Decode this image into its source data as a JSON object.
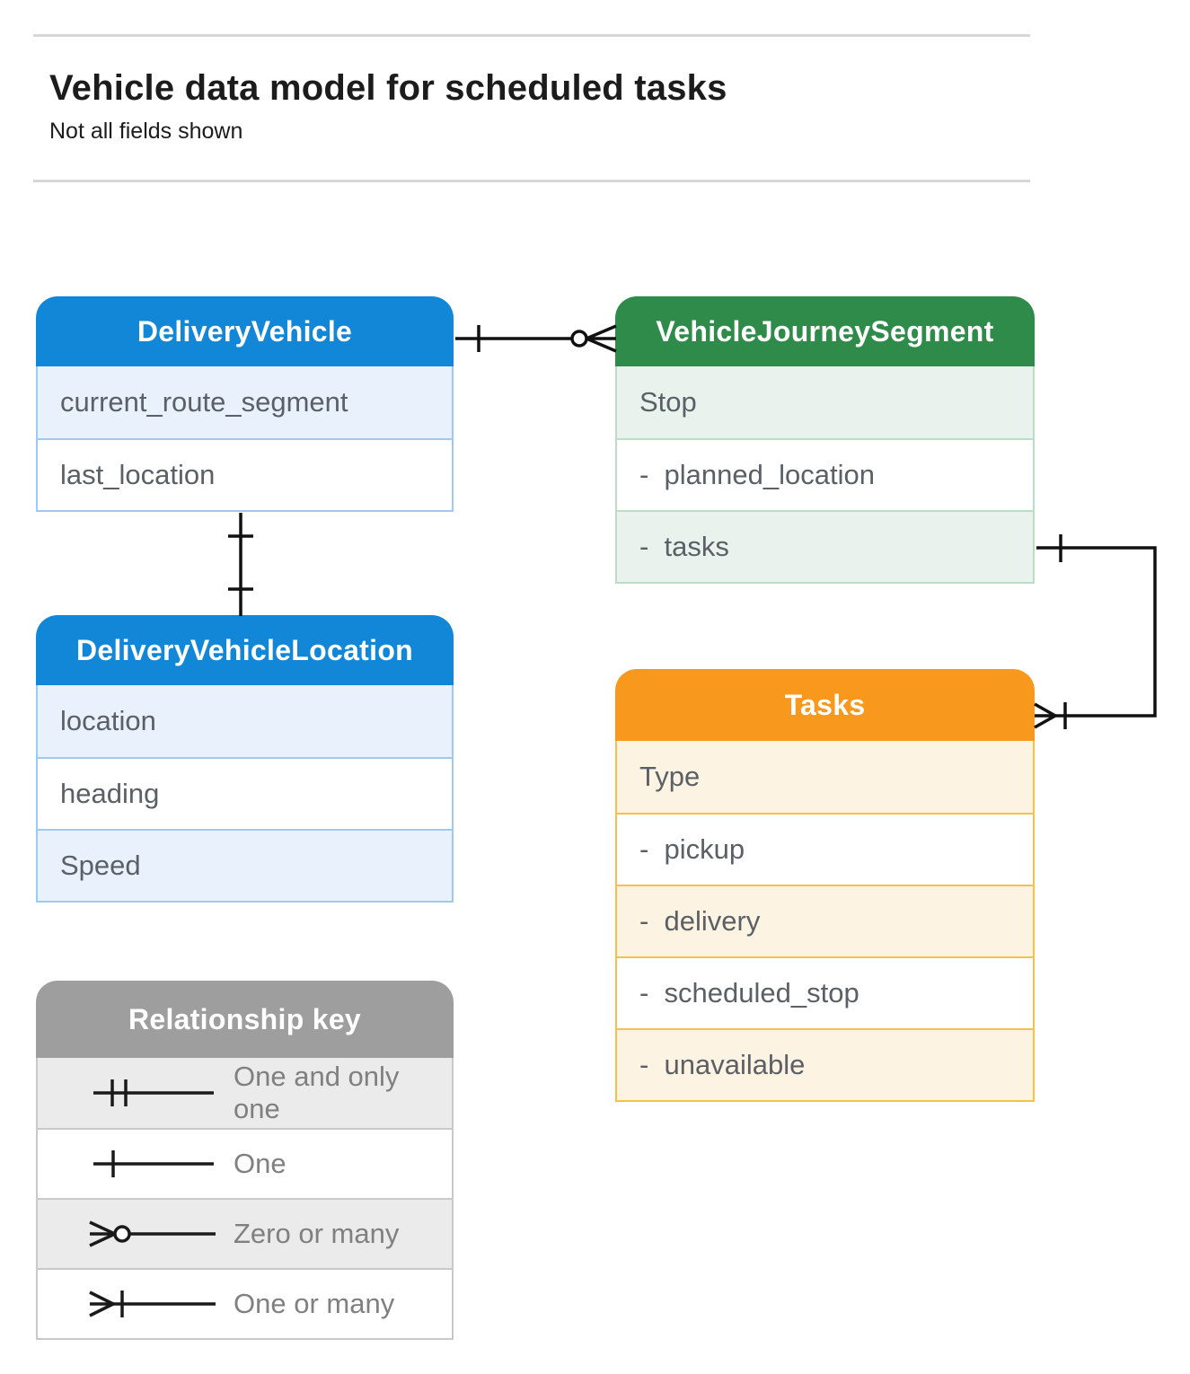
{
  "page": {
    "title": "Vehicle data model for scheduled tasks",
    "subtitle": "Not all fields shown"
  },
  "entities": {
    "delivery_vehicle": {
      "title": "DeliveryVehicle",
      "rows": [
        "current_route_segment",
        "last_location"
      ],
      "colors": {
        "header": "#1287d8",
        "tint": "#e8f1fc",
        "border": "#9fc9f3"
      }
    },
    "vehicle_journey_segment": {
      "title": "VehicleJourneySegment",
      "rows": [
        "Stop",
        "-  planned_location",
        "-  tasks"
      ],
      "colors": {
        "header": "#2e8b49",
        "tint": "#e9f2ec",
        "border": "#bcdcc5"
      }
    },
    "delivery_vehicle_location": {
      "title": "DeliveryVehicleLocation",
      "rows": [
        "location",
        "heading",
        "Speed"
      ],
      "colors": {
        "header": "#1287d8",
        "tint": "#e8f1fc",
        "border": "#9fc9f3"
      }
    },
    "tasks": {
      "title": "Tasks",
      "rows": [
        "Type",
        "-  pickup",
        "-  delivery",
        "-  scheduled_stop",
        "-  unavailable"
      ],
      "colors": {
        "header": "#f8981d",
        "tint": "#fdf3e2",
        "border": "#f5c14b"
      }
    }
  },
  "legend": {
    "title": "Relationship key",
    "colors": {
      "header": "#9e9e9e",
      "tint": "#ebebeb",
      "border": "#c9c9c9"
    },
    "items": [
      {
        "symbol": "one-and-only-one",
        "label": "One and only one"
      },
      {
        "symbol": "one",
        "label": "One"
      },
      {
        "symbol": "zero-or-many",
        "label": "Zero or many"
      },
      {
        "symbol": "one-or-many",
        "label": "One or many"
      }
    ]
  },
  "relationships": [
    {
      "from": "DeliveryVehicle",
      "to": "VehicleJourneySegment",
      "from_cardinality": "one",
      "to_cardinality": "zero-or-many"
    },
    {
      "from": "DeliveryVehicle",
      "to": "DeliveryVehicleLocation",
      "from_cardinality": "one",
      "to_cardinality": "one"
    },
    {
      "from": "VehicleJourneySegment",
      "from_field": "tasks",
      "to": "Tasks",
      "from_cardinality": "one",
      "to_cardinality": "one-or-many"
    }
  ],
  "connector_color": "#111111"
}
